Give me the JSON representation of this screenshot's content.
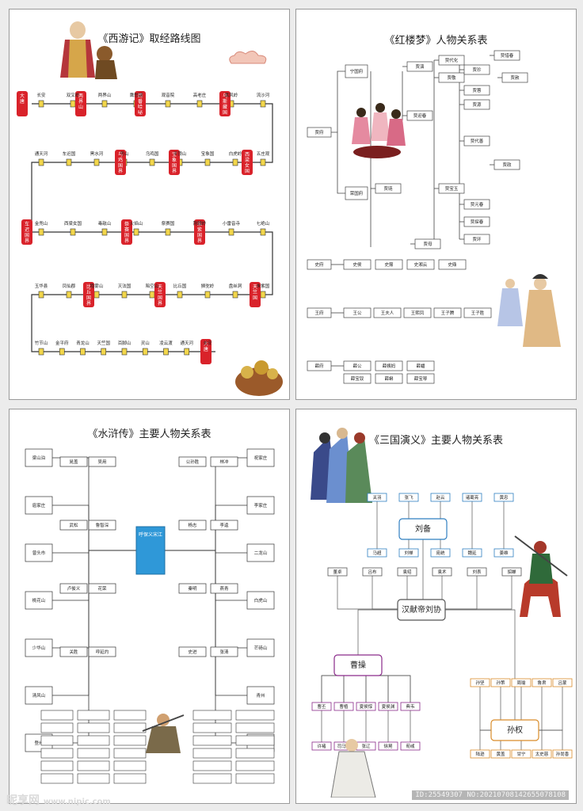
{
  "panels": {
    "xiyouji": {
      "title": "《西游记》取经路线图",
      "red_stations": [
        "大唐",
        "两界山",
        "西番哈咇国界",
        "乌斯藏国界",
        "乌鸡国界",
        "宝象国界",
        "西梁女国界",
        "车迟国界",
        "祭赛国界",
        "朱紫国界",
        "比丘国界",
        "天竺国界",
        "天竺国",
        "大唐"
      ],
      "row1": [
        "长安",
        "双叉岭",
        "两界山",
        "鹰愁涧",
        "观音院",
        "高老庄",
        "黄风岭",
        "流沙河"
      ],
      "row2": [
        "五庄观",
        "白虎岭",
        "宝象国",
        "平顶山",
        "乌鸡国",
        "号山",
        "黑水河",
        "车迟国",
        "通天河"
      ],
      "row3": [
        "金兜山",
        "西梁女国",
        "毒敌山",
        "火焰山",
        "祭赛国",
        "荆棘岭",
        "小雷音寺",
        "七绝山"
      ],
      "row4": [
        "朱紫国",
        "盘丝洞",
        "狮驼岭",
        "比丘国",
        "陷空山",
        "灭法国",
        "隐雾山",
        "凤仙郡",
        "玉华县"
      ],
      "row5": [
        "竹节山",
        "金平府",
        "青龙山",
        "天竺国",
        "百脚山",
        "灵山",
        "凌云渡",
        "通天河",
        "长安"
      ],
      "colors": {
        "red": "#d9222a",
        "track": "#333333",
        "station": "#f2d64b"
      }
    },
    "hongloumeng": {
      "title": "《红楼梦》人物关系表",
      "families": [
        "贾府",
        "史府",
        "王府",
        "薛府"
      ],
      "nodes_jia": [
        "宁国府",
        "贾演",
        "贾代化",
        "贾敬",
        "贾珍",
        "贾蓉",
        "贾惜春",
        "贾赦",
        "贾琏",
        "贾迎春",
        "荣国府",
        "贾源",
        "贾代善",
        "贾政",
        "贾宝玉",
        "贾元春",
        "贾探春",
        "贾环",
        "贾母"
      ],
      "nodes_shi": [
        "史侯",
        "史鼐",
        "史湘云",
        "史鼎"
      ],
      "nodes_wang": [
        "王公",
        "王夫人",
        "王熙凤",
        "王子腾",
        "王子胜"
      ],
      "nodes_xue": [
        "薛公",
        "薛姨妈",
        "薛蟠",
        "薛宝钗",
        "薛蝌",
        "薛宝琴"
      ]
    },
    "shuihuzhuan": {
      "title": "《水浒传》主要人物关系表",
      "center": "呼保义宋江",
      "places": [
        "梁山泊",
        "祝家庄",
        "扈家庄",
        "李家庄",
        "曾头市",
        "二龙山",
        "桃花山",
        "白虎山",
        "少华山",
        "芒砀山",
        "清风山",
        "青州",
        "登州",
        "孟州"
      ],
      "heroes": [
        "晁盖",
        "吴用",
        "公孙胜",
        "林冲",
        "武松",
        "鲁智深",
        "杨志",
        "李逵",
        "卢俊义",
        "花荣",
        "秦明",
        "燕青",
        "关胜",
        "呼延灼",
        "史进",
        "张清"
      ]
    },
    "sanguo": {
      "title": "《三国演义》主要人物关系表",
      "leaders": [
        "刘备",
        "曹操",
        "孙权",
        "汉献帝刘协"
      ],
      "shu": [
        "关羽",
        "张飞",
        "赵云",
        "诸葛亮",
        "黄忠",
        "马超",
        "刘禅",
        "庞统",
        "魏延",
        "姜维"
      ],
      "wei": [
        "曹丕",
        "曹植",
        "夏侯惇",
        "夏侯渊",
        "典韦",
        "许褚",
        "司马懿",
        "张辽",
        "徐晃",
        "荀彧"
      ],
      "wu": [
        "孙坚",
        "孙策",
        "周瑜",
        "鲁肃",
        "吕蒙",
        "陆逊",
        "黄盖",
        "甘宁",
        "太史慈",
        "孙尚香"
      ],
      "others": [
        "董卓",
        "吕布",
        "袁绍",
        "袁术",
        "刘表",
        "貂蝉"
      ],
      "colors": {
        "shu": "#2f7fc1",
        "wei": "#8a2a8a",
        "wu": "#d98c2a",
        "line": "#555555"
      }
    }
  },
  "watermark": {
    "brand": "昵享网",
    "site": "www.nipic.com",
    "id_text": "ID:25549307 NO:20210708142655078108"
  }
}
